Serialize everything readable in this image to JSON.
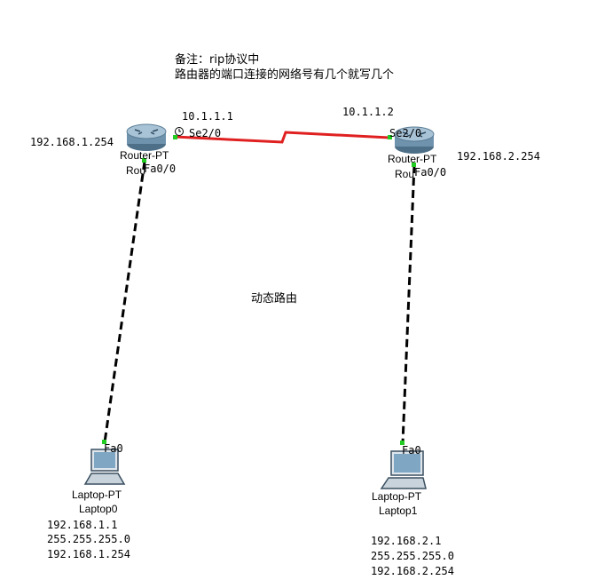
{
  "note": {
    "line1": "备注：rip协议中",
    "line2": "路由器的端口连接的网络号有几个就写几个"
  },
  "center_label": "动态路由",
  "routers": [
    {
      "type": "Router-PT",
      "name_partial": "Rou",
      "serial_port": "Se2/0",
      "fast_port": "Fa0/0",
      "serial_ip": "10.1.1.1",
      "lan_ip": "192.168.1.254"
    },
    {
      "type": "Router-PT",
      "name_partial": "Rou",
      "serial_port": "Se2/0",
      "fast_port": "Fa0/0",
      "serial_ip": "10.1.1.2",
      "lan_ip": "192.168.2.254"
    }
  ],
  "laptops": [
    {
      "type": "Laptop-PT",
      "name": "Laptop0",
      "port": "Fa0",
      "ip": "192.168.1.1",
      "mask": "255.255.255.0",
      "gateway": "192.168.1.254"
    },
    {
      "type": "Laptop-PT",
      "name": "Laptop1",
      "port": "Fa0",
      "ip": "192.168.2.1",
      "mask": "255.255.255.0",
      "gateway": "192.168.2.254"
    }
  ],
  "colors": {
    "serial_link": "#e02020",
    "ethernet_link": "#000000",
    "port_up": "#22cc22",
    "router_body": "#7a9fb8"
  }
}
